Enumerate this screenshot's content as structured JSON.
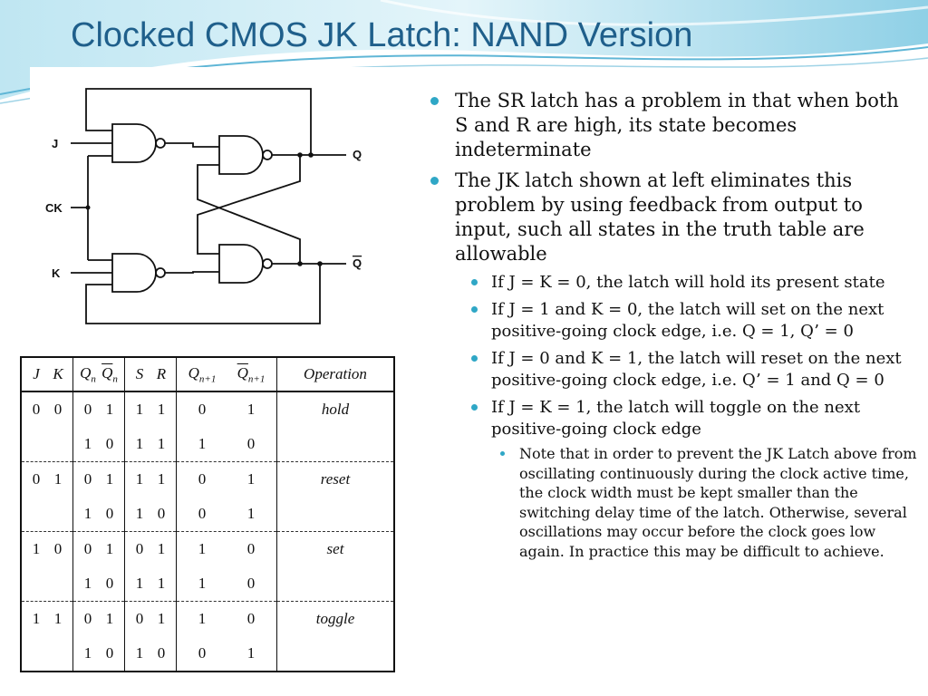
{
  "slide": {
    "title": "Clocked CMOS JK Latch:  NAND Version",
    "accent_color": "#1f5f8b",
    "bullet_color": "#2fa7c6"
  },
  "circuit": {
    "input_j": "J",
    "input_ck": "CK",
    "input_k": "K",
    "output_q": "Q",
    "output_qbar": "Q"
  },
  "truth_table": {
    "headers": [
      "J",
      "K",
      "Q",
      "Q",
      "S",
      "R",
      "Q",
      "Q",
      "Operation"
    ],
    "subscripts": {
      "n": "n",
      "n1": "n+1"
    },
    "rows": [
      {
        "j": "0",
        "k": "0",
        "q": "0",
        "qb": "1",
        "s": "1",
        "r": "1",
        "qn1": "0",
        "qbn1": "1",
        "op": "hold"
      },
      {
        "j": "",
        "k": "",
        "q": "1",
        "qb": "0",
        "s": "1",
        "r": "1",
        "qn1": "1",
        "qbn1": "0",
        "op": ""
      },
      {
        "j": "0",
        "k": "1",
        "q": "0",
        "qb": "1",
        "s": "1",
        "r": "1",
        "qn1": "0",
        "qbn1": "1",
        "op": "reset"
      },
      {
        "j": "",
        "k": "",
        "q": "1",
        "qb": "0",
        "s": "1",
        "r": "0",
        "qn1": "0",
        "qbn1": "1",
        "op": ""
      },
      {
        "j": "1",
        "k": "0",
        "q": "0",
        "qb": "1",
        "s": "0",
        "r": "1",
        "qn1": "1",
        "qbn1": "0",
        "op": "set"
      },
      {
        "j": "",
        "k": "",
        "q": "1",
        "qb": "0",
        "s": "1",
        "r": "1",
        "qn1": "1",
        "qbn1": "0",
        "op": ""
      },
      {
        "j": "1",
        "k": "1",
        "q": "0",
        "qb": "1",
        "s": "0",
        "r": "1",
        "qn1": "1",
        "qbn1": "0",
        "op": "toggle"
      },
      {
        "j": "",
        "k": "",
        "q": "1",
        "qb": "0",
        "s": "1",
        "r": "0",
        "qn1": "0",
        "qbn1": "1",
        "op": ""
      }
    ]
  },
  "bullets": [
    {
      "text": "The SR latch has a problem in that when both S and R are high, its state becomes indeterminate"
    },
    {
      "text": "The JK latch shown at left eliminates this problem by using feedback from output to input, such all states in the truth table are allowable"
    }
  ],
  "sub_bullets": [
    {
      "text": "If J = K = 0, the latch will hold its present state"
    },
    {
      "text": "If J = 1 and K = 0, the latch will set on the next positive-going clock edge, i.e. Q = 1, Q’ = 0"
    },
    {
      "text": "If J = 0 and K = 1, the latch will reset on the next positive-going clock edge, i.e. Q’ = 1 and Q = 0"
    },
    {
      "text": "If J = K = 1, the latch will toggle on the next positive-going clock edge"
    }
  ],
  "note": {
    "text": "Note that in order to prevent the JK Latch above from oscillating continuously during the clock active time, the clock width must be kept smaller than the switching delay time of the latch.  Otherwise, several oscillations may occur before the clock goes low again.  In practice this may be difficult to achieve."
  }
}
